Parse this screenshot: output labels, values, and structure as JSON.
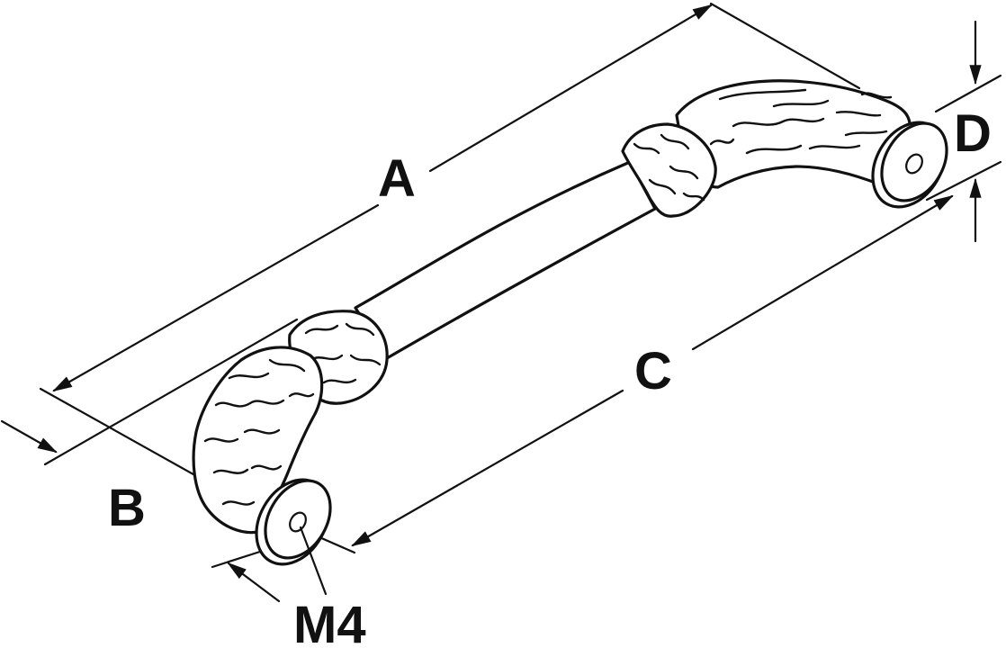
{
  "labels": {
    "a": "A",
    "b": "B",
    "c": "C",
    "d": "D",
    "thread": "M4"
  },
  "colors": {
    "ink": "#111111",
    "paper": "#ffffff"
  }
}
